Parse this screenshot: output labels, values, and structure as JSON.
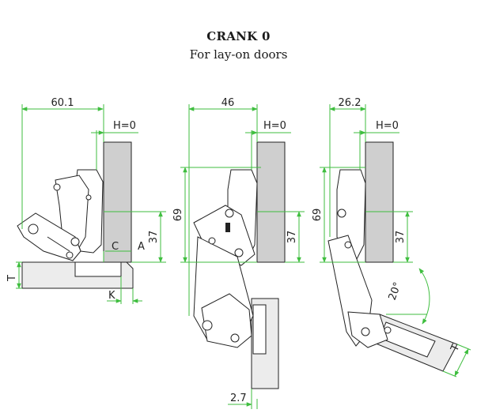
{
  "header": {
    "title": "CRANK 0",
    "subtitle": "For lay-on doors"
  },
  "diagram_1": {
    "width_label": "60.1",
    "h_label": "H=0",
    "height_label": "37",
    "label_c": "C",
    "label_a": "A",
    "label_t": "T",
    "label_k": "K"
  },
  "diagram_2": {
    "width_label": "46",
    "h_label": "H=0",
    "height_total_label": "69",
    "height_label": "37",
    "bottom_label": "2.7"
  },
  "diagram_3": {
    "width_label": "26.2",
    "h_label": "H=0",
    "height_total_label": "69",
    "height_label": "37",
    "angle_label": "20°",
    "label_t": "T"
  },
  "colors": {
    "dimension_line": "#3fbe3f",
    "outline": "#222222",
    "panel_fill": "#cfcfcf"
  }
}
